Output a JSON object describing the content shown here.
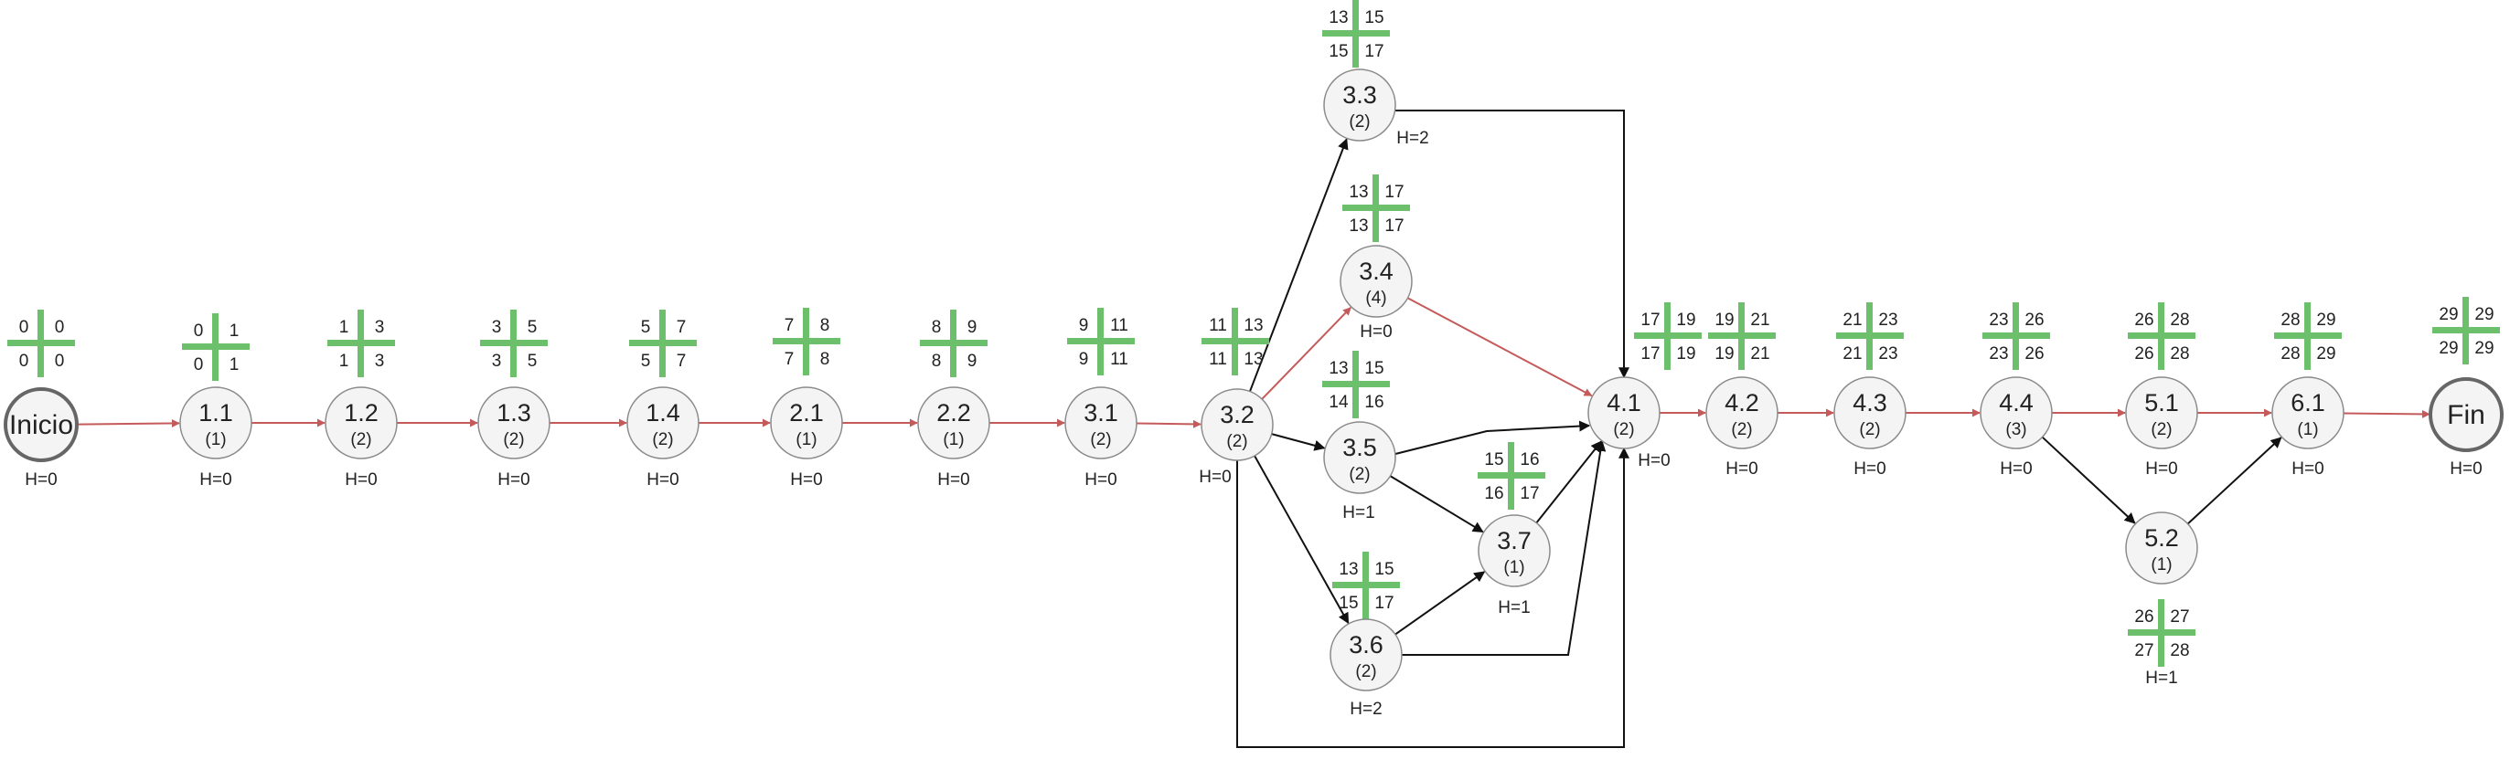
{
  "nodes": [
    {
      "id": "Inicio",
      "duration": "",
      "slack": "H=0",
      "es": "0",
      "ef": "0",
      "ls": "0",
      "lf": "0"
    },
    {
      "id": "1.1",
      "duration": "(1)",
      "slack": "H=0",
      "es": "0",
      "ef": "1",
      "ls": "0",
      "lf": "1"
    },
    {
      "id": "1.2",
      "duration": "(2)",
      "slack": "H=0",
      "es": "1",
      "ef": "3",
      "ls": "1",
      "lf": "3"
    },
    {
      "id": "1.3",
      "duration": "(2)",
      "slack": "H=0",
      "es": "3",
      "ef": "5",
      "ls": "3",
      "lf": "5"
    },
    {
      "id": "1.4",
      "duration": "(2)",
      "slack": "H=0",
      "es": "5",
      "ef": "7",
      "ls": "5",
      "lf": "7"
    },
    {
      "id": "2.1",
      "duration": "(1)",
      "slack": "H=0",
      "es": "7",
      "ef": "8",
      "ls": "7",
      "lf": "8"
    },
    {
      "id": "2.2",
      "duration": "(1)",
      "slack": "H=0",
      "es": "8",
      "ef": "9",
      "ls": "8",
      "lf": "9"
    },
    {
      "id": "3.1",
      "duration": "(2)",
      "slack": "H=0",
      "es": "9",
      "ef": "11",
      "ls": "9",
      "lf": "11"
    },
    {
      "id": "3.2",
      "duration": "(2)",
      "slack": "H=0",
      "es": "11",
      "ef": "13",
      "ls": "11",
      "lf": "13"
    },
    {
      "id": "3.3",
      "duration": "(2)",
      "slack": "H=2",
      "es": "13",
      "ef": "15",
      "ls": "15",
      "lf": "17"
    },
    {
      "id": "3.4",
      "duration": "(4)",
      "slack": "H=0",
      "es": "13",
      "ef": "17",
      "ls": "13",
      "lf": "17"
    },
    {
      "id": "3.5",
      "duration": "(2)",
      "slack": "H=1",
      "es": "13",
      "ef": "15",
      "ls": "14",
      "lf": "16"
    },
    {
      "id": "3.6",
      "duration": "(2)",
      "slack": "H=2",
      "es": "13",
      "ef": "15",
      "ls": "15",
      "lf": "17"
    },
    {
      "id": "3.7",
      "duration": "(1)",
      "slack": "H=1",
      "es": "15",
      "ef": "16",
      "ls": "16",
      "lf": "17"
    },
    {
      "id": "4.1",
      "duration": "(2)",
      "slack": "H=0",
      "es": "17",
      "ef": "19",
      "ls": "17",
      "lf": "19"
    },
    {
      "id": "4.2",
      "duration": "(2)",
      "slack": "H=0",
      "es": "19",
      "ef": "21",
      "ls": "19",
      "lf": "21"
    },
    {
      "id": "4.3",
      "duration": "(2)",
      "slack": "H=0",
      "es": "21",
      "ef": "23",
      "ls": "21",
      "lf": "23"
    },
    {
      "id": "4.4",
      "duration": "(3)",
      "slack": "H=0",
      "es": "23",
      "ef": "26",
      "ls": "23",
      "lf": "26"
    },
    {
      "id": "5.1",
      "duration": "(2)",
      "slack": "H=0",
      "es": "26",
      "ef": "28",
      "ls": "26",
      "lf": "28"
    },
    {
      "id": "5.2",
      "duration": "(1)",
      "slack": "H=1",
      "es": "26",
      "ef": "27",
      "ls": "27",
      "lf": "28"
    },
    {
      "id": "6.1",
      "duration": "(1)",
      "slack": "H=0",
      "es": "28",
      "ef": "29",
      "ls": "28",
      "lf": "29"
    },
    {
      "id": "Fin",
      "duration": "",
      "slack": "H=0",
      "es": "29",
      "ef": "29",
      "ls": "29",
      "lf": "29"
    }
  ],
  "edges": [
    {
      "from": "Inicio",
      "to": "1.1",
      "critical": true
    },
    {
      "from": "1.1",
      "to": "1.2",
      "critical": true
    },
    {
      "from": "1.2",
      "to": "1.3",
      "critical": true
    },
    {
      "from": "1.3",
      "to": "1.4",
      "critical": true
    },
    {
      "from": "1.4",
      "to": "2.1",
      "critical": true
    },
    {
      "from": "2.1",
      "to": "2.2",
      "critical": true
    },
    {
      "from": "2.2",
      "to": "3.1",
      "critical": true
    },
    {
      "from": "3.1",
      "to": "3.2",
      "critical": true
    },
    {
      "from": "3.2",
      "to": "3.3",
      "critical": false
    },
    {
      "from": "3.2",
      "to": "3.4",
      "critical": true
    },
    {
      "from": "3.2",
      "to": "3.5",
      "critical": false
    },
    {
      "from": "3.2",
      "to": "3.6",
      "critical": false
    },
    {
      "from": "3.2",
      "to": "4.1",
      "critical": false
    },
    {
      "from": "3.3",
      "to": "4.1",
      "critical": false
    },
    {
      "from": "3.4",
      "to": "4.1",
      "critical": true
    },
    {
      "from": "3.5",
      "to": "4.1",
      "critical": false
    },
    {
      "from": "3.5",
      "to": "3.7",
      "critical": false
    },
    {
      "from": "3.6",
      "to": "3.7",
      "critical": false
    },
    {
      "from": "3.6",
      "to": "4.1",
      "critical": false
    },
    {
      "from": "3.7",
      "to": "4.1",
      "critical": false
    },
    {
      "from": "4.1",
      "to": "4.2",
      "critical": true
    },
    {
      "from": "4.2",
      "to": "4.3",
      "critical": true
    },
    {
      "from": "4.3",
      "to": "4.4",
      "critical": true
    },
    {
      "from": "4.4",
      "to": "5.1",
      "critical": true
    },
    {
      "from": "4.4",
      "to": "5.2",
      "critical": false
    },
    {
      "from": "5.1",
      "to": "6.1",
      "critical": true
    },
    {
      "from": "5.2",
      "to": "6.1",
      "critical": false
    },
    {
      "from": "6.1",
      "to": "Fin",
      "critical": true
    }
  ],
  "colors": {
    "critical_edge": "#c55a5a",
    "normal_edge": "#111111",
    "time_cross": "#6cc06c",
    "node_fill": "#f4f4f4",
    "node_stroke": "#8a8a8a"
  }
}
